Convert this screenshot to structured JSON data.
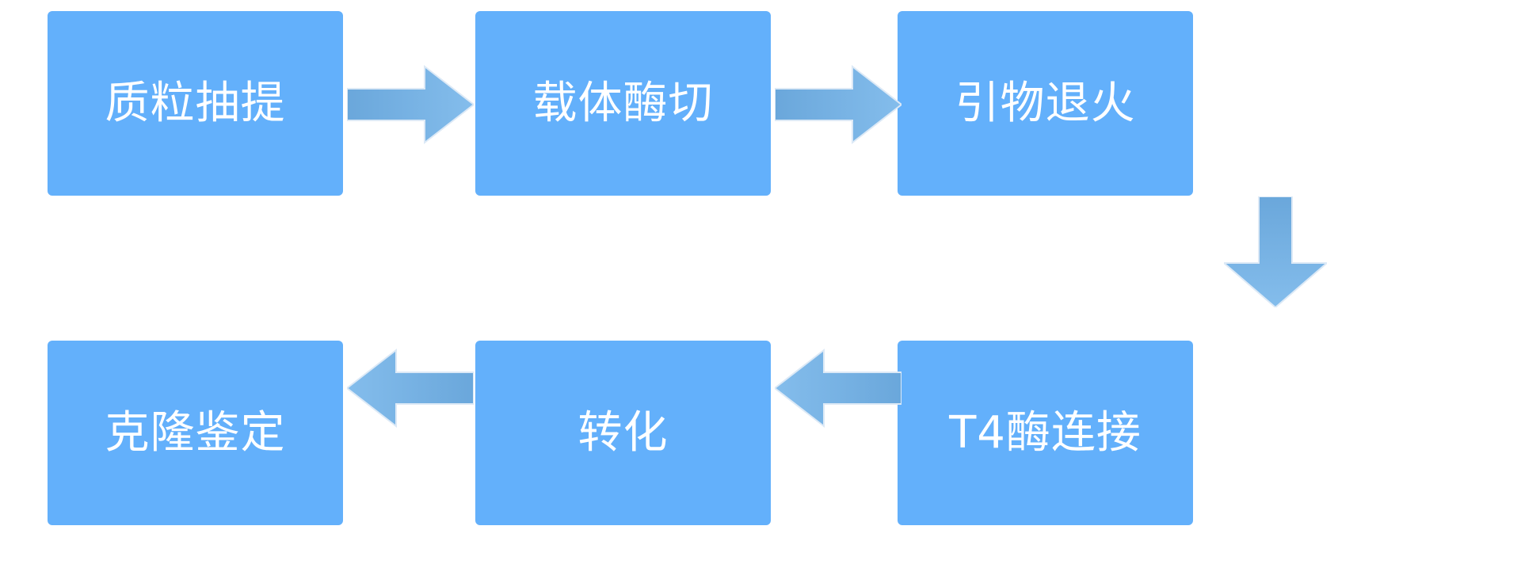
{
  "diagram": {
    "title_text": "",
    "background_color": "#FFFFFF",
    "node_fill_color": "#63B0FB",
    "node_text_color": "#FFFFFF",
    "arrow_gradient_start": "#6AA7DB",
    "arrow_gradient_end": "#84BDEC",
    "nodes": [
      {
        "id": "n1",
        "label": "质粒抽提"
      },
      {
        "id": "n2",
        "label": "载体酶切"
      },
      {
        "id": "n3",
        "label": "引物退火"
      },
      {
        "id": "n4",
        "label": "T4酶连接"
      },
      {
        "id": "n5",
        "label": "转化"
      },
      {
        "id": "n6",
        "label": "克隆鉴定"
      }
    ],
    "connectors": [
      {
        "id": "a1",
        "from": "质粒抽提",
        "to": "载体酶切",
        "direction": "right"
      },
      {
        "id": "a2",
        "from": "载体酶切",
        "to": "引物退火",
        "direction": "right"
      },
      {
        "id": "a3",
        "from": "引物退火",
        "to": "T4酶连接",
        "direction": "down"
      },
      {
        "id": "a4",
        "from": "T4酶连接",
        "to": "转化",
        "direction": "left"
      },
      {
        "id": "a5",
        "from": "转化",
        "to": "克隆鉴定",
        "direction": "left"
      }
    ]
  }
}
